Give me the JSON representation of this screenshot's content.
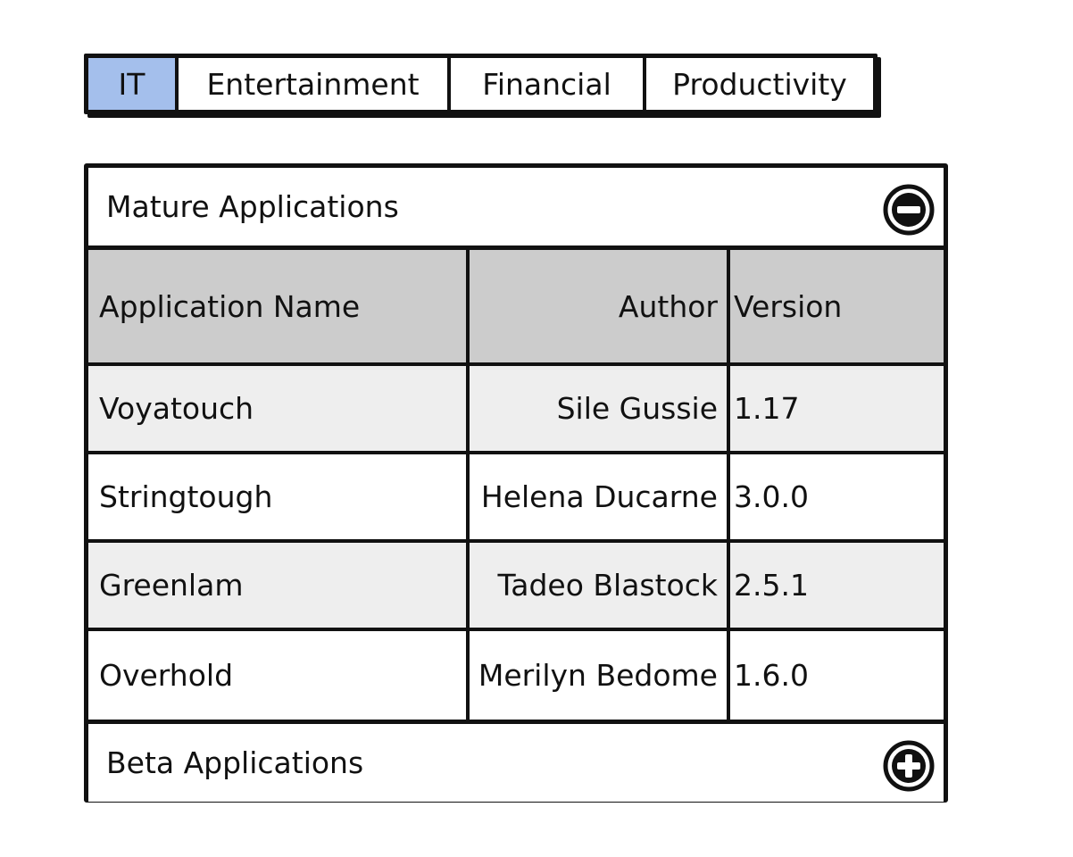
{
  "tabs": [
    {
      "label": "IT",
      "active": true
    },
    {
      "label": "Entertainment",
      "active": false
    },
    {
      "label": "Financial",
      "active": false
    },
    {
      "label": "Productivity",
      "active": false
    }
  ],
  "colors": {
    "active_tab": "#a4bfec",
    "header_row": "#cccccc",
    "alt_row": "#eeeeee",
    "border": "#111111"
  },
  "accordion": {
    "sections": [
      {
        "title": "Mature Applications",
        "state": "expanded",
        "icon": "collapse-minus-icon"
      },
      {
        "title": "Beta Applications",
        "state": "collapsed",
        "icon": "expand-plus-icon"
      }
    ]
  },
  "table": {
    "columns": [
      "Application Name",
      "Author",
      "Version"
    ],
    "rows": [
      [
        "Voyatouch",
        "Sile Gussie",
        "1.17"
      ],
      [
        "Stringtough",
        "Helena Ducarne",
        "3.0.0"
      ],
      [
        "Greenlam",
        "Tadeo Blastock",
        "2.5.1"
      ],
      [
        "Overhold",
        "Merilyn Bedome",
        "1.6.0"
      ]
    ]
  }
}
